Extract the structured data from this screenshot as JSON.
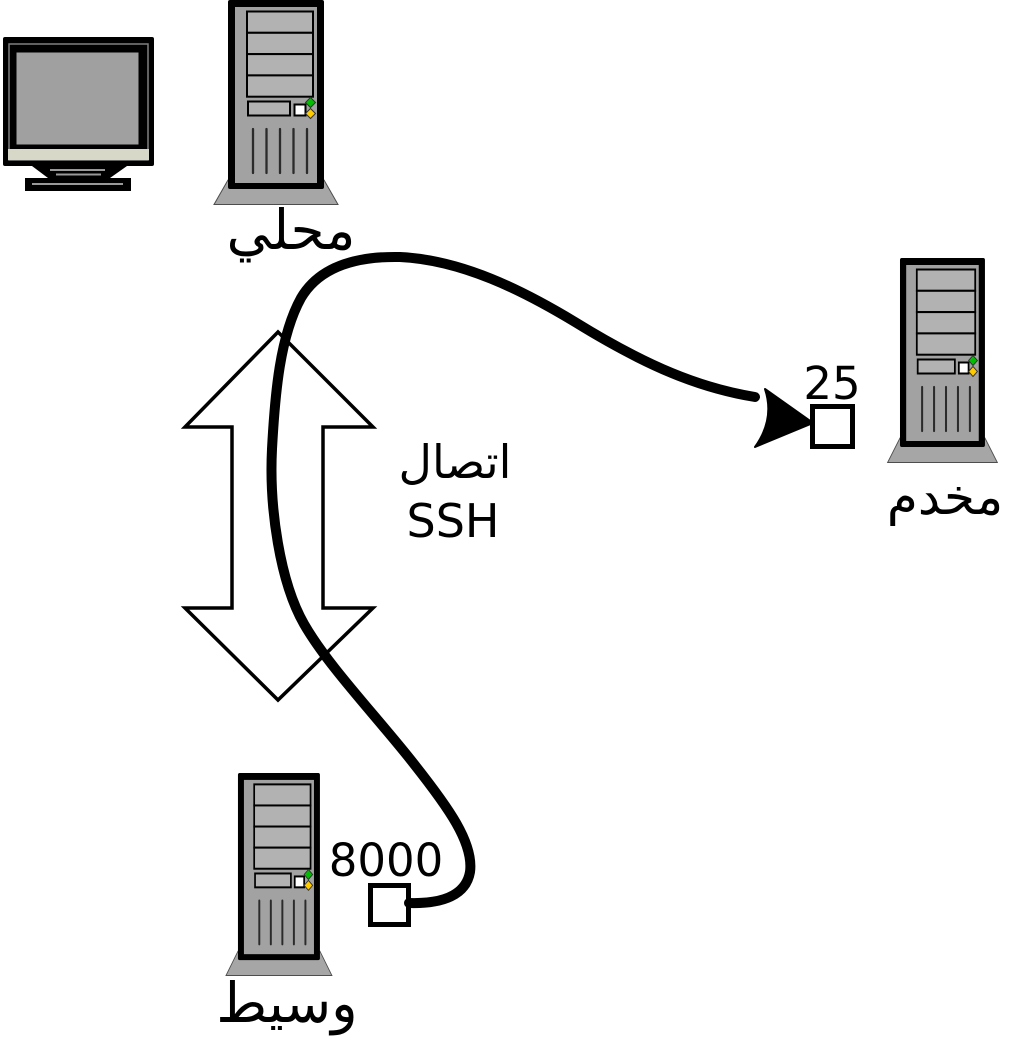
{
  "nodes": {
    "local": {
      "label": "محلي"
    },
    "server": {
      "label": "مخدم",
      "port": "25"
    },
    "proxy": {
      "label": "وسيط",
      "port": "8000"
    }
  },
  "connection": {
    "label_line1": "اتصال",
    "label_line2": "SSH"
  },
  "icons": {
    "monitor": "crt-monitor-icon",
    "local_machine": "computer-tower-icon",
    "server_machine": "computer-tower-icon",
    "proxy_machine": "computer-tower-icon",
    "ssh_link": "double-headed-arrow-icon",
    "tunnel": "curved-cable-with-arrowhead"
  },
  "colors": {
    "outline": "#000000",
    "tower_body": "#a2a2a2",
    "bay_fill": "#b2b2b2",
    "base_fill": "#a6a6a6",
    "screen_fill": "#a0a0a0",
    "monitor_strip": "#d8d8c8",
    "led_green": "#00bf00",
    "led_yellow": "#ffcc00",
    "port_fill": "#ffffff",
    "arrow_fill": "#ffffff"
  }
}
